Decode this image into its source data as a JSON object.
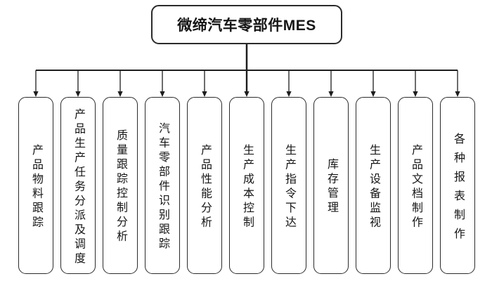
{
  "diagram": {
    "root": {
      "label": "微缔汽车零部件MES"
    },
    "modules": [
      {
        "label": "产品物料跟踪"
      },
      {
        "label": "产品生产任务分派及调度"
      },
      {
        "label": "质量跟踪控制分析"
      },
      {
        "label": "汽车零部件识别跟踪"
      },
      {
        "label": "产品性能分析"
      },
      {
        "label": "生产成本控制"
      },
      {
        "label": "生产指令下达"
      },
      {
        "label": "库存管理"
      },
      {
        "label": "生产设备监视"
      },
      {
        "label": "产品文档制作"
      },
      {
        "label": "各种报表制作"
      }
    ],
    "colors": {
      "line": "#1d1d1d",
      "border": "#2b2b2b",
      "text": "#161616",
      "background": "#ffffff"
    }
  }
}
